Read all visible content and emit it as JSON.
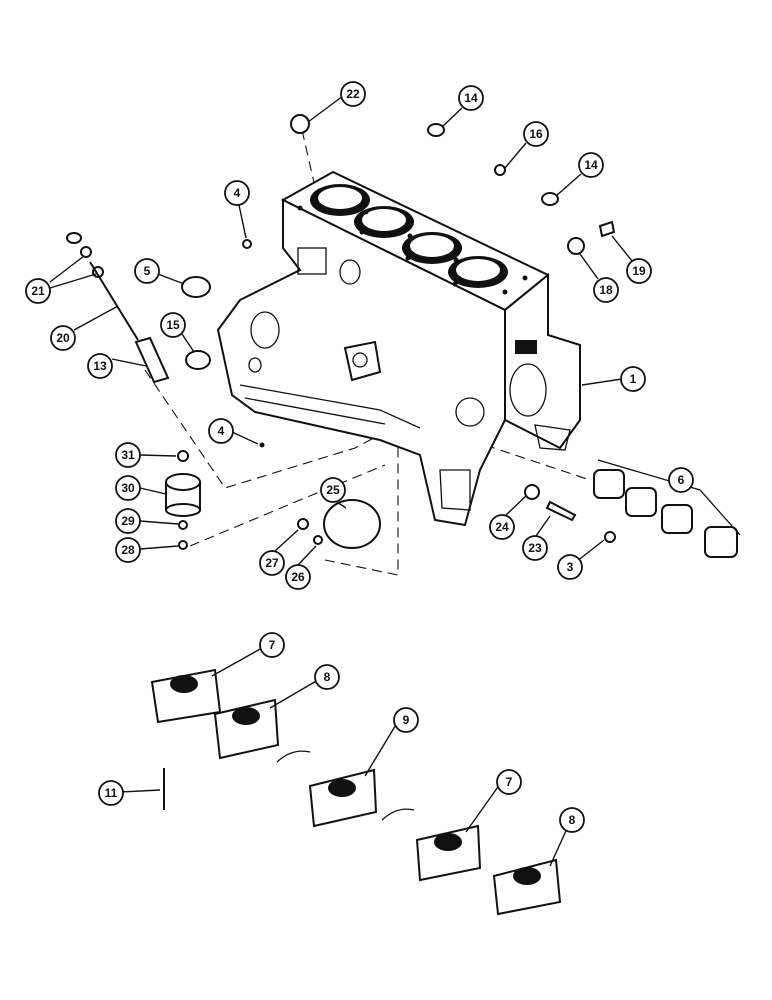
{
  "diagram": {
    "callouts": [
      "22",
      "14",
      "16",
      "14",
      "4",
      "19",
      "18",
      "21",
      "5",
      "20",
      "15",
      "13",
      "1",
      "4",
      "31",
      "30",
      "6",
      "29",
      "28",
      "25",
      "24",
      "23",
      "27",
      "26",
      "3",
      "7",
      "8",
      "9",
      "11",
      "7",
      "8"
    ]
  },
  "colors": {
    "ink": "#111111",
    "paper": "#ffffff"
  }
}
